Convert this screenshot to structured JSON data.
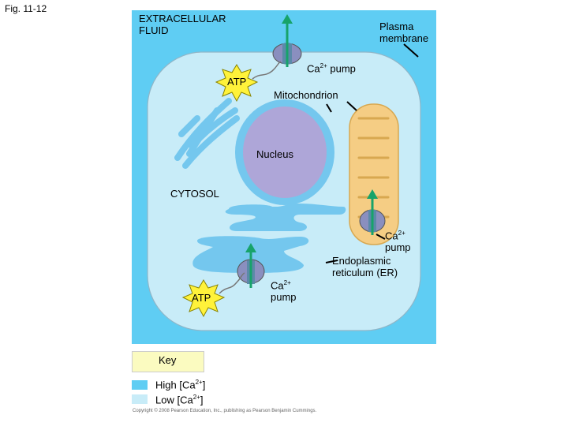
{
  "figure_label": "Fig. 11-12",
  "labels": {
    "extracellular": "EXTRACELLULAR FLUID",
    "plasma_membrane": "Plasma membrane",
    "pump_top": "pump",
    "atp_top": "ATP",
    "mitochondrion": "Mitochondrion",
    "nucleus": "Nucleus",
    "cytosol": "CYTOSOL",
    "pump_right": "pump",
    "er": "Endoplasmic reticulum (ER)",
    "pump_bottom": "pump",
    "atp_bottom": "ATP",
    "ca": "Ca",
    "charge": "2+"
  },
  "key": {
    "title": "Key",
    "high": "High [Ca",
    "low": "Low [Ca",
    "close": "]"
  },
  "colors": {
    "high_ca": "#5fcdf3",
    "low_ca": "#c8ecf8",
    "nucleus": "#aea6d8",
    "er": "#74c7ee",
    "mitochondrion": "#f5cd84",
    "atp_burst": "#fff23a",
    "arrow": "#17a36a",
    "pump": "#8a8fbf"
  },
  "copyright": "Copyright © 2008 Pearson Education, Inc., publishing as Pearson Benjamin Cummings."
}
